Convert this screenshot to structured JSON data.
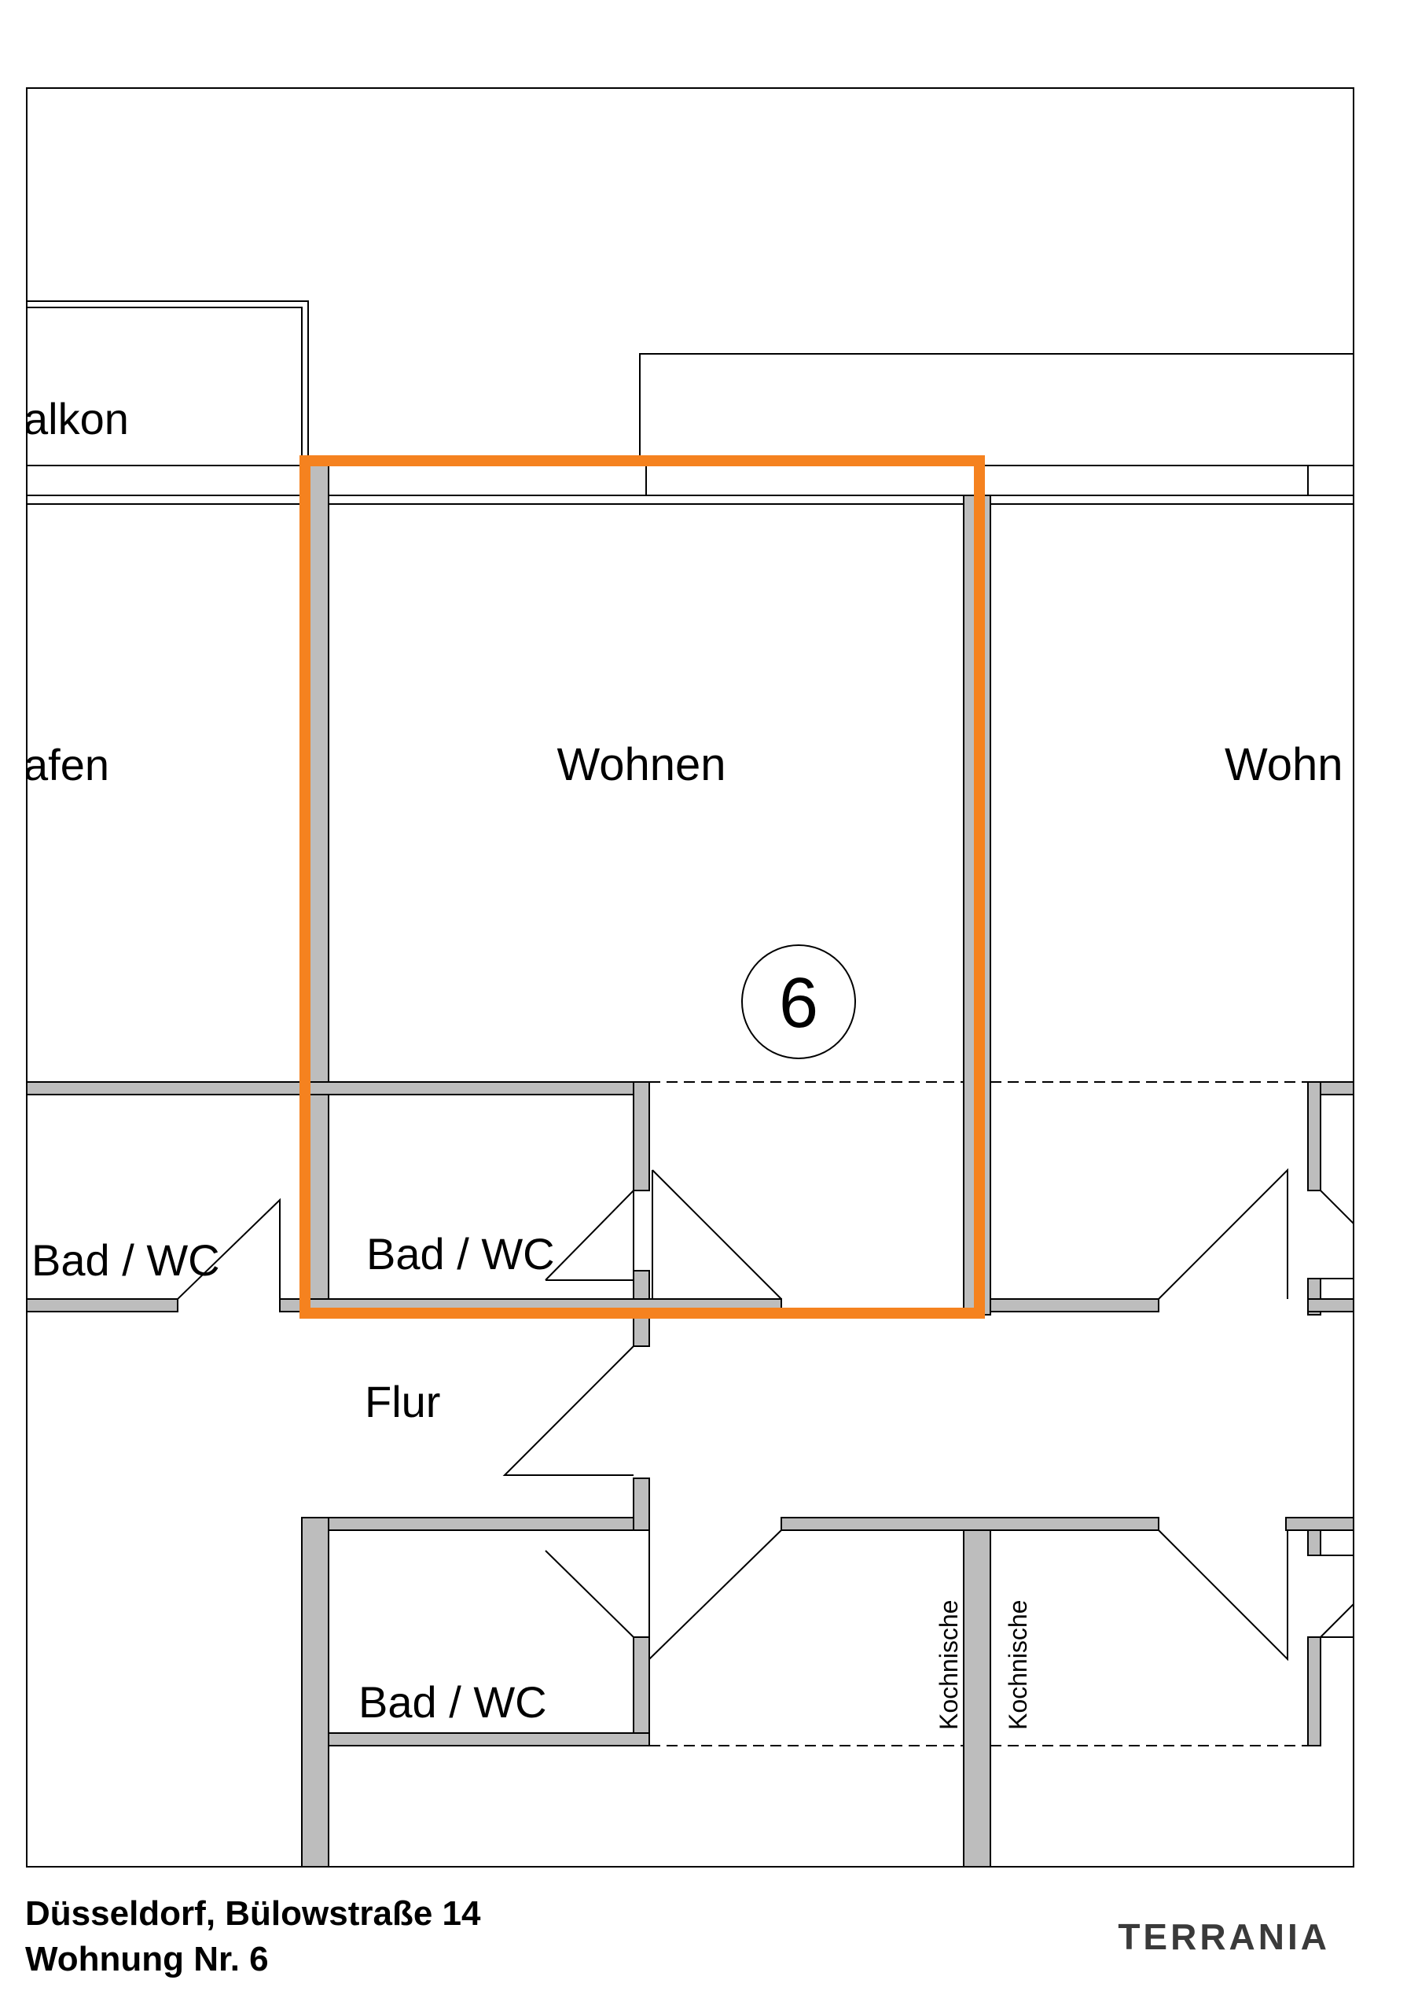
{
  "plan": {
    "rooms": {
      "balkon_partial": "alkon",
      "schlafen_partial": "afen",
      "wohnen_main": "Wohnen",
      "wohnen_right_partial": "Wohn",
      "bad_wc_left": "Bad / WC",
      "bad_wc_highlight": "Bad / WC",
      "flur": "Flur",
      "bad_wc_lower": "Bad / WC",
      "kochnische_1": "Kochnische",
      "kochnische_2": "Kochnische"
    },
    "unit_number": "6",
    "highlight_color": "#F5821F",
    "wall_color": "#BDBDBD",
    "line_color": "#000000"
  },
  "footer": {
    "address": "Düsseldorf, Bülowstraße 14",
    "unit": "Wohnung Nr. 6",
    "brand": "TERRANIA",
    "brand_color": "#3A3A3A"
  }
}
